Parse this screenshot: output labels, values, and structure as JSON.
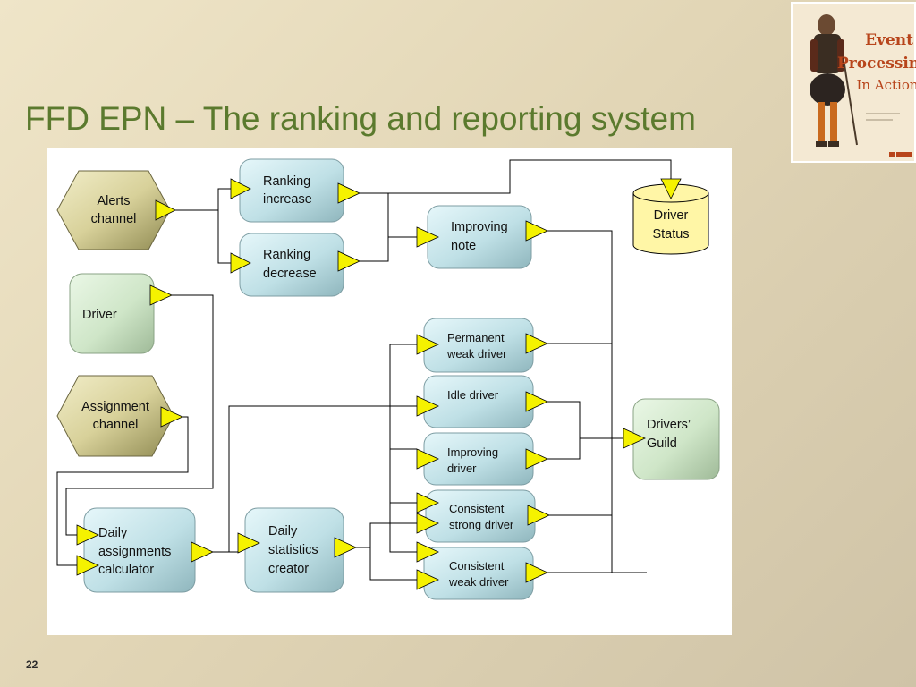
{
  "slide": {
    "title": "FFD EPN – The ranking and reporting system",
    "page_number": "22"
  },
  "book_cover": {
    "title_line1": "Event",
    "title_line2": "Processing",
    "title_line3": "In Action"
  },
  "colors": {
    "title": "#5b7a2e",
    "agent_fill_light": "#e6f7fa",
    "agent_fill_dark": "#8fb6bd",
    "producer_fill_light": "#eaf7e6",
    "producer_fill_dark": "#9fba98",
    "channel_fill_light": "#f1edc8",
    "channel_fill_dark": "#8f8a52",
    "store_fill": "#fff6a6",
    "port_fill": "#f5f200",
    "line": "#000000"
  },
  "diagram": {
    "nodes": {
      "alerts_channel": [
        "Alerts",
        "channel"
      ],
      "driver": [
        "Driver"
      ],
      "assignment_channel": [
        "Assignment",
        "channel"
      ],
      "ranking_increase": [
        "Ranking",
        "increase"
      ],
      "ranking_decrease": [
        "Ranking",
        "decrease"
      ],
      "improving_note": [
        "Improving",
        "note"
      ],
      "driver_status": [
        "Driver",
        "Status"
      ],
      "permanent_weak_driver": [
        "Permanent",
        "weak driver"
      ],
      "idle_driver": [
        "Idle driver"
      ],
      "improving_driver": [
        "Improving",
        "driver"
      ],
      "consistent_strong_driver": [
        "Consistent",
        "strong driver"
      ],
      "consistent_weak_driver": [
        "Consistent",
        "weak driver"
      ],
      "drivers_guild": [
        "Drivers’",
        "Guild"
      ],
      "daily_assignments_calculator": [
        "Daily",
        "assignments",
        "calculator"
      ],
      "daily_statistics_creator": [
        "Daily",
        "statistics",
        "creator"
      ]
    }
  }
}
